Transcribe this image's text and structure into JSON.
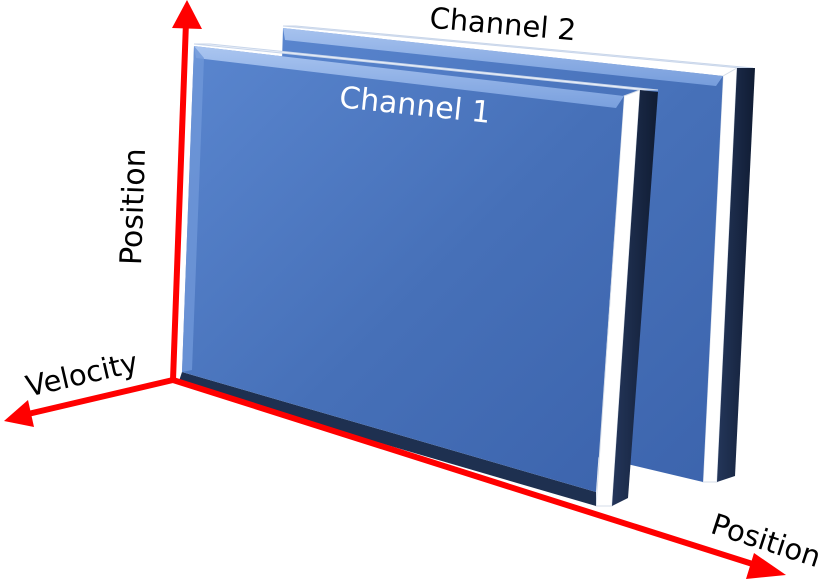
{
  "diagram": {
    "panels": [
      {
        "id": "channel-2",
        "label": "Channel 2"
      },
      {
        "id": "channel-1",
        "label": "Channel 1"
      }
    ],
    "axes": {
      "vertical": "Position",
      "depth": "Velocity",
      "horizontal": "Position"
    },
    "colors": {
      "axis": "#ff0000",
      "panel_face_light": "#5a86cf",
      "panel_face_dark": "#3c64ad",
      "panel_top": "#9ab9ec",
      "panel_side": "#1b2c4c",
      "panel_side_dark": "#11203a",
      "label_on_panel": "#ffffff",
      "label_text": "#000000"
    }
  }
}
